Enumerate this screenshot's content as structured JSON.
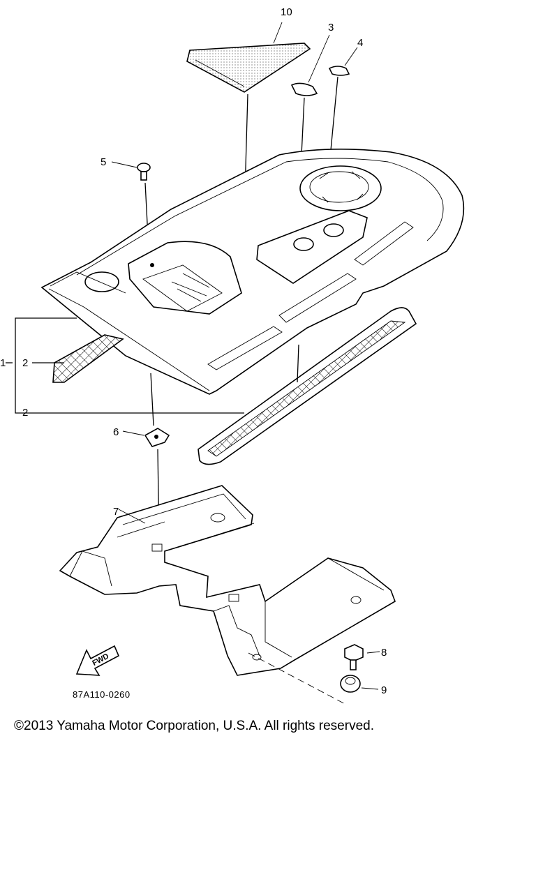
{
  "diagram": {
    "callouts": {
      "p10": "10",
      "p3": "3",
      "p4": "4",
      "p5": "5",
      "p2a": "2",
      "p2b": "2",
      "p6": "6",
      "p7": "7",
      "p8": "8",
      "p9": "9"
    },
    "bracket_mark": "1",
    "fwd_label": "FWD",
    "drawing_code": "87A110-0260"
  },
  "footer": {
    "copyright": "©2013 Yamaha Motor Corporation, U.S.A. All rights reserved."
  },
  "colors": {
    "line": "#000000",
    "background": "#ffffff"
  }
}
